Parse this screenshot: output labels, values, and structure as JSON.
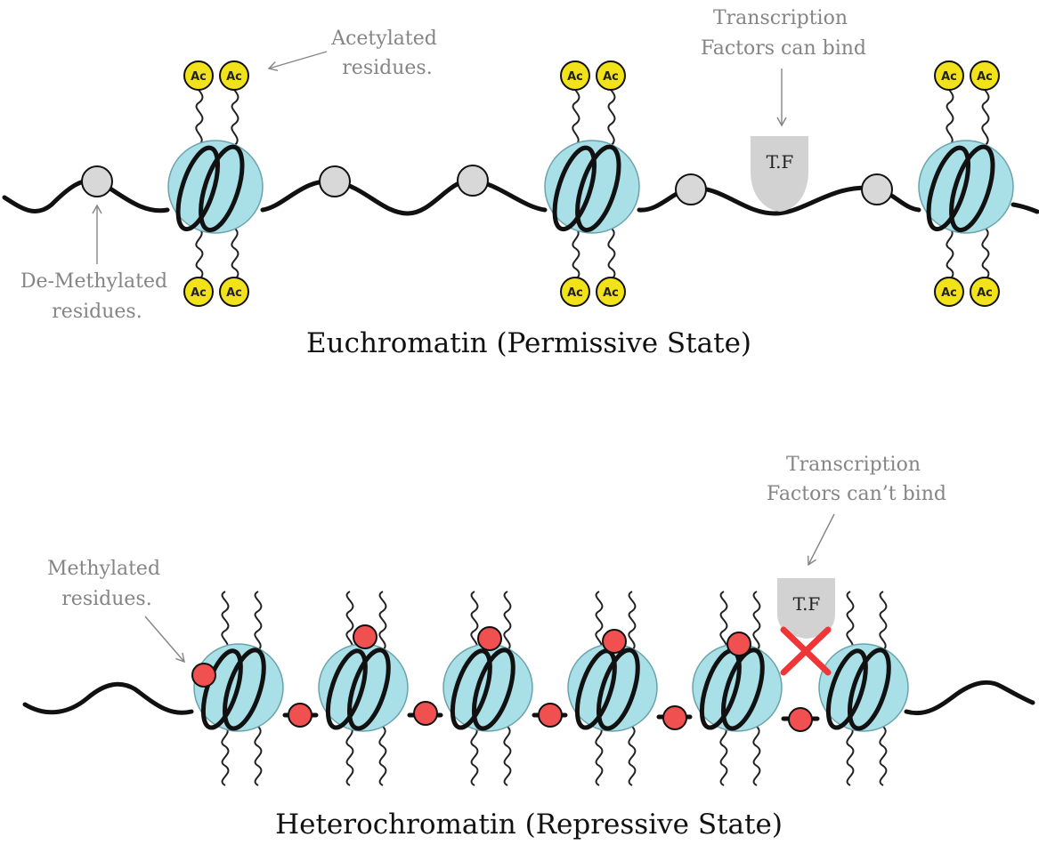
{
  "colors": {
    "dna": "#111111",
    "nucleosome": "#a9dfe6",
    "nucleosome_outline": "#6aa3ad",
    "acetyl": "#f2e21a",
    "demethylated": "#d8d8d8",
    "methylated": "#f05050",
    "tf_block": "#d2d2d2",
    "cross": "#ef3535",
    "annotation": "#858585"
  },
  "euchromatin": {
    "caption": "Euchromatin (Permissive State)",
    "annotations": {
      "acetylated": [
        "Acetylated",
        "residues."
      ],
      "demethylated": [
        "De-Methylated",
        "residues."
      ],
      "tf_can_bind": [
        "Transcription",
        "Factors can bind"
      ]
    },
    "ac_label": "Ac",
    "tf_label": "T.F"
  },
  "heterochromatin": {
    "caption": "Heterochromatin (Repressive State)",
    "annotations": {
      "methylated": [
        "Methylated",
        "residues."
      ],
      "tf_cant_bind": [
        "Transcription",
        "Factors can’t bind"
      ]
    },
    "tf_label": "T.F"
  }
}
